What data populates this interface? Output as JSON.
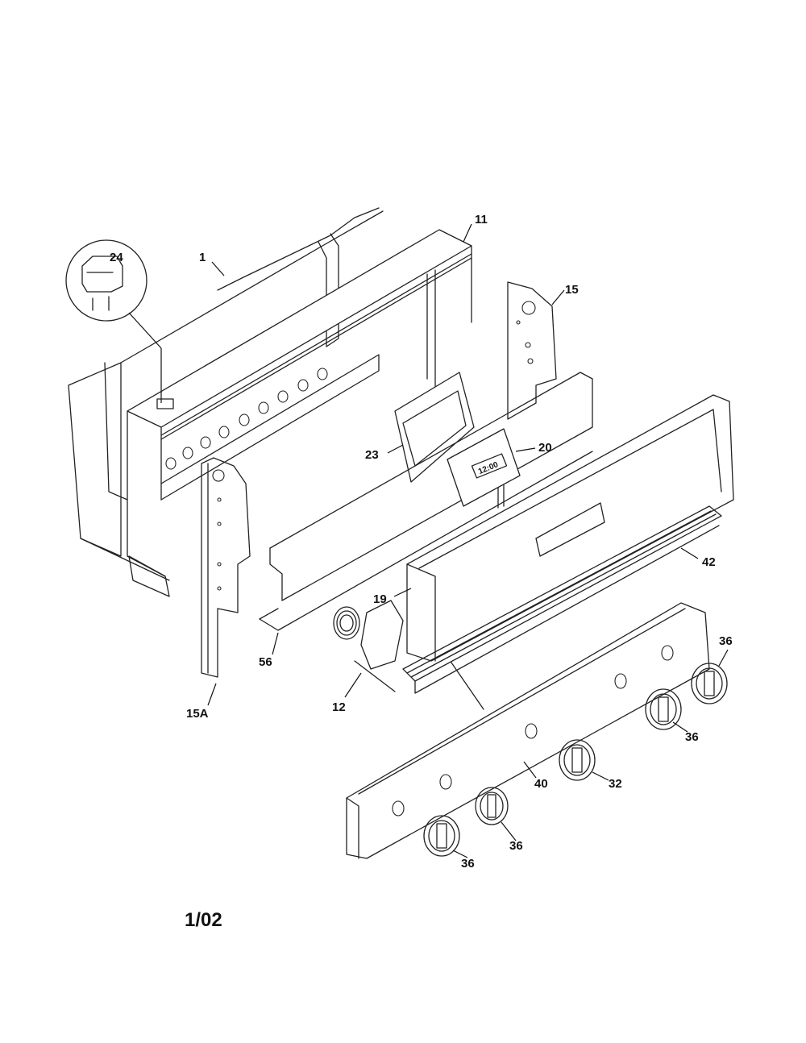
{
  "callouts": [
    {
      "id": "24",
      "label": "24"
    },
    {
      "id": "1",
      "label": "1"
    },
    {
      "id": "11",
      "label": "11"
    },
    {
      "id": "15",
      "label": "15"
    },
    {
      "id": "23",
      "label": "23"
    },
    {
      "id": "20",
      "label": "20"
    },
    {
      "id": "42",
      "label": "42"
    },
    {
      "id": "19",
      "label": "19"
    },
    {
      "id": "56",
      "label": "56"
    },
    {
      "id": "15A",
      "label": "15A"
    },
    {
      "id": "12",
      "label": "12"
    },
    {
      "id": "36a",
      "label": "36"
    },
    {
      "id": "36b",
      "label": "36"
    },
    {
      "id": "40",
      "label": "40"
    },
    {
      "id": "32",
      "label": "32"
    },
    {
      "id": "36c",
      "label": "36"
    },
    {
      "id": "36d",
      "label": "36"
    }
  ],
  "clock_display": "12:00",
  "footer_code": "1/02"
}
